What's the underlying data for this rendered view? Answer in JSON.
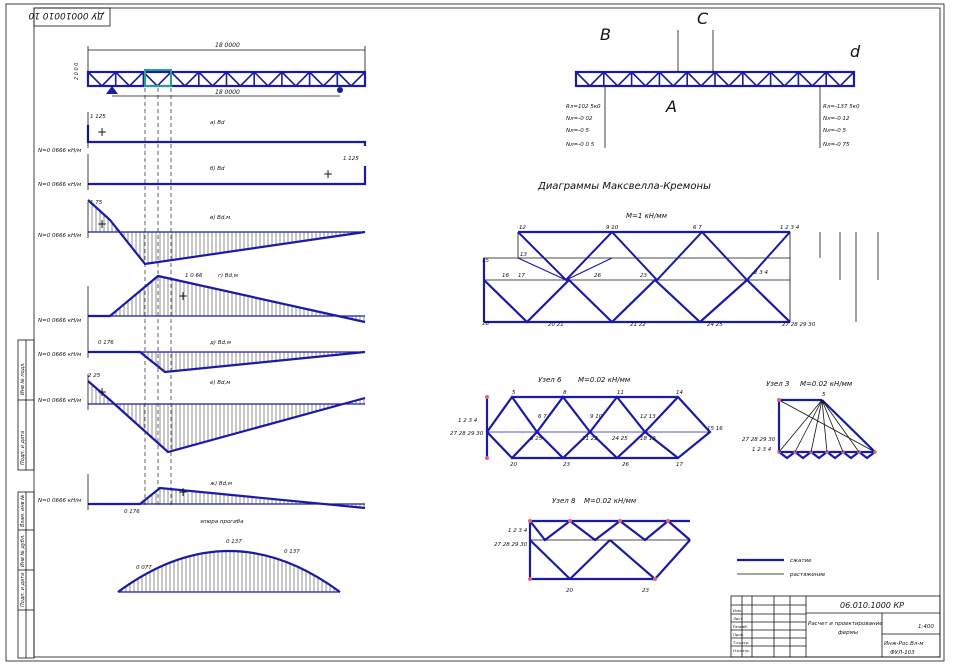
{
  "stamp_top": "ДУ 00010010 10",
  "beam": {
    "span_total": "18 0000",
    "span_lower": "18 0000",
    "height_label": "2 0 0 0"
  },
  "diagrams": [
    {
      "side": "N=0 0666 кН/м",
      "label": "а) Вd",
      "value": "1 125"
    },
    {
      "side": "N=0 0666 кН/м",
      "label": "б) Вd",
      "value": "1 125"
    },
    {
      "side": "N=0 0666 кН/м",
      "label": "в) Вd,м",
      "value": "1 75"
    },
    {
      "side": "N=0 0666 кН/м",
      "label": "г) Вd,м",
      "value": "1 0 66"
    },
    {
      "side": "N=0 0666 кН/м",
      "label": "д) Вd,м",
      "value": "0 176"
    },
    {
      "side": "N=0 0666 кН/м",
      "label": "е) Вd,м",
      "value": "2 25"
    },
    {
      "side": "N=0 0666 кН/м",
      "label": "ж) Вd,м",
      "value": "0 176"
    }
  ],
  "moment_caption": "эпюра прогиба",
  "moment_values": [
    "0 077",
    "0 137",
    "0 137"
  ],
  "reactions_left": [
    "Rл=102 5к0",
    "Nл=-0 02",
    "Nл=-0 5",
    "Nл=-0 0 5"
  ],
  "reactions_right": [
    "Rл=-137 5к0",
    "Nл=-0 12",
    "Nл=-0 5",
    "Nл=-0 75"
  ],
  "letters": {
    "B": "B",
    "C": "C",
    "d": "d",
    "A": "A"
  },
  "maxwell_title": "Диаграммы Максвелла-Кремоны",
  "maxwell_scale": "M=1 кН/мм",
  "maxwell_nodes": [
    "1 2 3 4",
    "2 3 4",
    "15",
    "17",
    "16",
    "18",
    "20 21",
    "21 22",
    "24 25",
    "27 28 29 30",
    "6 7",
    "9 10",
    "12",
    "13",
    "23",
    "26"
  ],
  "node6": {
    "title": "Узел 6",
    "scale": "M=0.02 кН/мм"
  },
  "node3": {
    "title": "Узел 3",
    "scale": "M=0.02 кН/мм"
  },
  "node8": {
    "title": "Узел 8",
    "scale": "M=0.02 кН/мм"
  },
  "node6_labels": [
    "1 2 3 4",
    "27 28 29 30",
    "5",
    "8",
    "11",
    "14",
    "6 7",
    "9 10",
    "12 13",
    "15 16",
    "6 25",
    "21 22",
    "24 25",
    "18 19",
    "20",
    "23",
    "26",
    "17"
  ],
  "legend": {
    "line1": "сжатие",
    "line2": "растяжение"
  },
  "stamp": {
    "code": "06.010.1000 КР",
    "title1": "Расчет и проектирование",
    "title2": "фермы",
    "scale": "1:400",
    "group": "Инж-Рос.Вл-м",
    "group2": "ФУЛ-103",
    "rows": [
      "Изм.",
      "Лист",
      "Разраб.",
      "Пров.",
      "Т.контр.",
      "Н.контр.",
      "Утв."
    ]
  },
  "side_strip": [
    "Инв № подл.",
    "Подп. и дата",
    "Взам. инв №",
    "Инв № дубл.",
    "Подп. и дата"
  ]
}
